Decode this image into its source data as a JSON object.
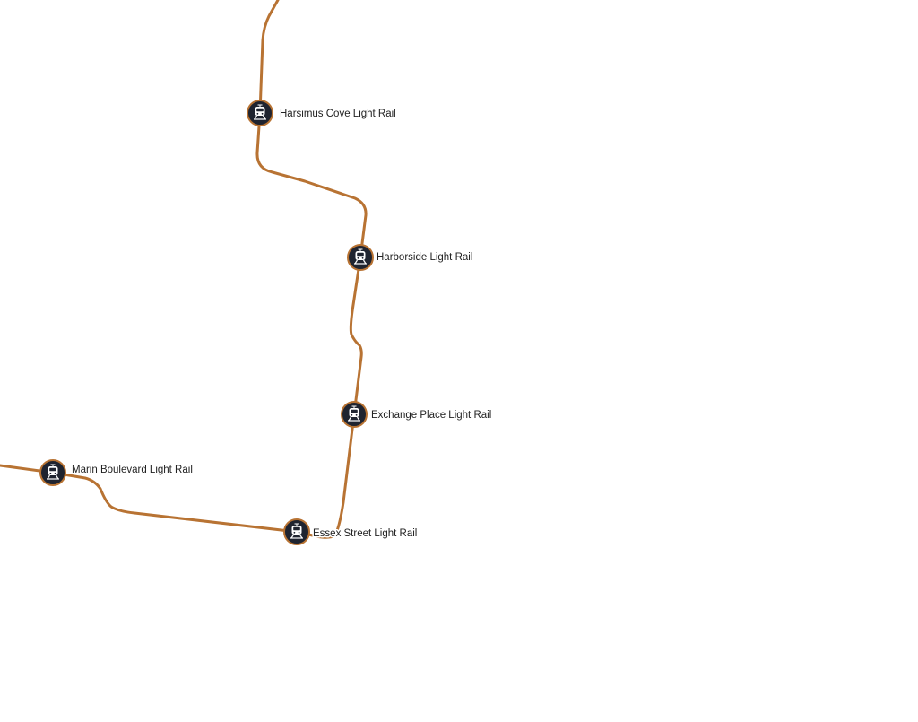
{
  "map": {
    "line_color": "#b87333",
    "station_fill": "#1f2430",
    "station_ring": "#b87333",
    "stations": [
      {
        "label": "Harsimus Cove Light Rail",
        "icon": "tram-icon"
      },
      {
        "label": "Harborside Light Rail",
        "icon": "tram-icon"
      },
      {
        "label": "Exchange Place Light Rail",
        "icon": "tram-icon"
      },
      {
        "label": "Marin Boulevard Light Rail",
        "icon": "tram-icon"
      },
      {
        "label": "Essex Street Light Rail",
        "icon": "tram-icon"
      }
    ]
  }
}
